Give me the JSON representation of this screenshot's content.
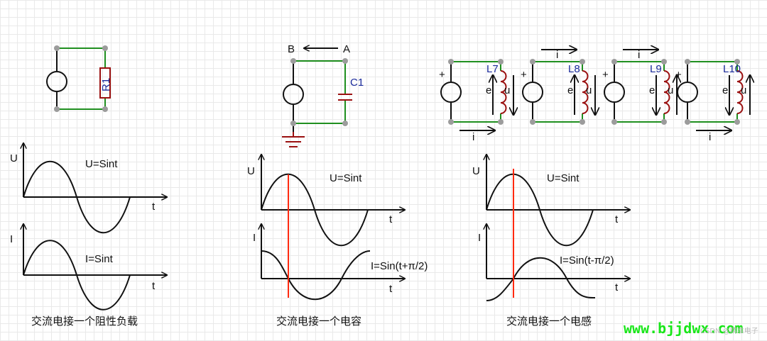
{
  "panels": [
    {
      "caption": "交流电接一个阻性负载",
      "component": "R1",
      "voltage_axis": "U",
      "current_axis": "I",
      "time_axis": "t",
      "voltage_formula": "U=Sint",
      "current_formula": "I=Sint"
    },
    {
      "caption": "交流电接一个电容",
      "component": "C1",
      "node_b": "B",
      "node_a": "A",
      "voltage_axis": "U",
      "current_axis": "I",
      "time_axis": "t",
      "voltage_formula": "U=Sint",
      "current_formula": "I=Sin(t+π/2)"
    },
    {
      "caption": "交流电接一个电感",
      "voltage_axis": "U",
      "current_axis": "I",
      "time_axis": "t",
      "voltage_formula": "U=Sint",
      "current_formula": "I=Sin(t-π/2)",
      "circuits": [
        {
          "inductor": "L7",
          "plus": "+",
          "emf": "e",
          "voltage": "u",
          "current": "i"
        },
        {
          "inductor": "L8",
          "plus": "+",
          "emf": "e",
          "voltage": "u",
          "current": "i"
        },
        {
          "inductor": "L9",
          "plus": "+",
          "emf": "e",
          "voltage": "u",
          "current": "i"
        },
        {
          "inductor": "L10",
          "plus": "+",
          "emf": "e",
          "voltage": "u",
          "current": "i"
        }
      ]
    }
  ],
  "watermark": "www.bjjdwx.com",
  "watermark_overlay": "CSDN @精准电子",
  "colors": {
    "wire": "#1f8f1f",
    "component": "#9a1010",
    "marker": "#ff2a10",
    "watermark": "#19e619",
    "label": "#1a2a9a"
  }
}
